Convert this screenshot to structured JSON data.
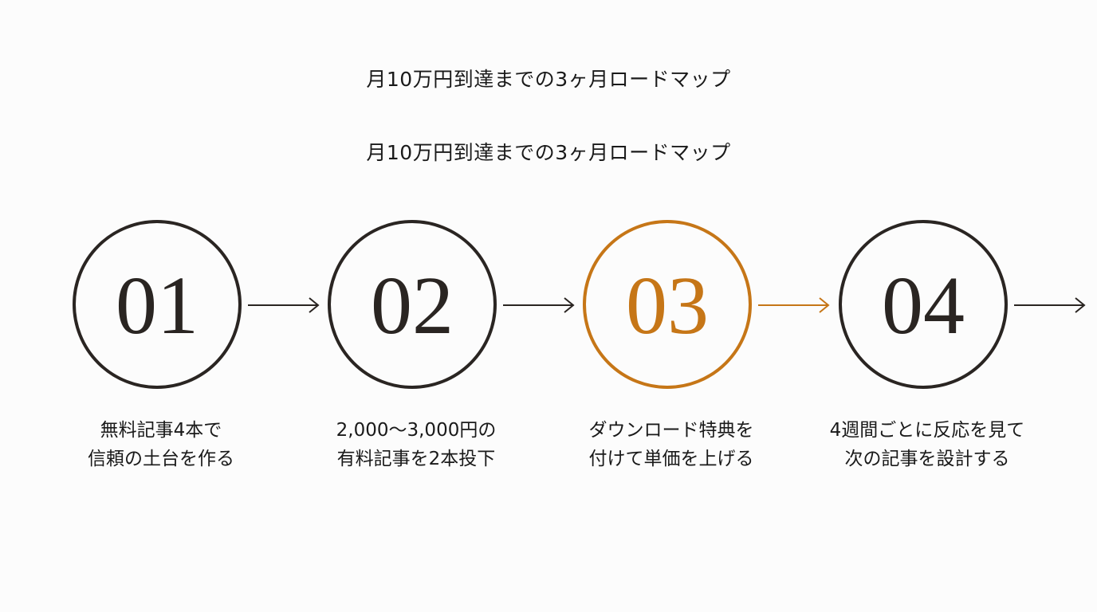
{
  "titles": [
    "月10万円到達までの3ヶ月ロードマップ",
    "月10万円到達までの3ヶ月ロードマップ"
  ],
  "colors": {
    "default": "#2a2522",
    "accent": "#c67617",
    "background": "#fcfcfc"
  },
  "steps": [
    {
      "number": "01",
      "line1": "無料記事4本で",
      "line2": "信頼の土台を作る",
      "highlighted": false
    },
    {
      "number": "02",
      "line1": "2,000〜3,000円の",
      "line2": "有料記事を2本投下",
      "highlighted": false
    },
    {
      "number": "03",
      "line1": "ダウンロード特典を",
      "line2": "付けて単価を上げる",
      "highlighted": true
    },
    {
      "number": "04",
      "line1": "4週間ごとに反応を見て",
      "line2": "次の記事を設計する",
      "highlighted": false
    }
  ]
}
